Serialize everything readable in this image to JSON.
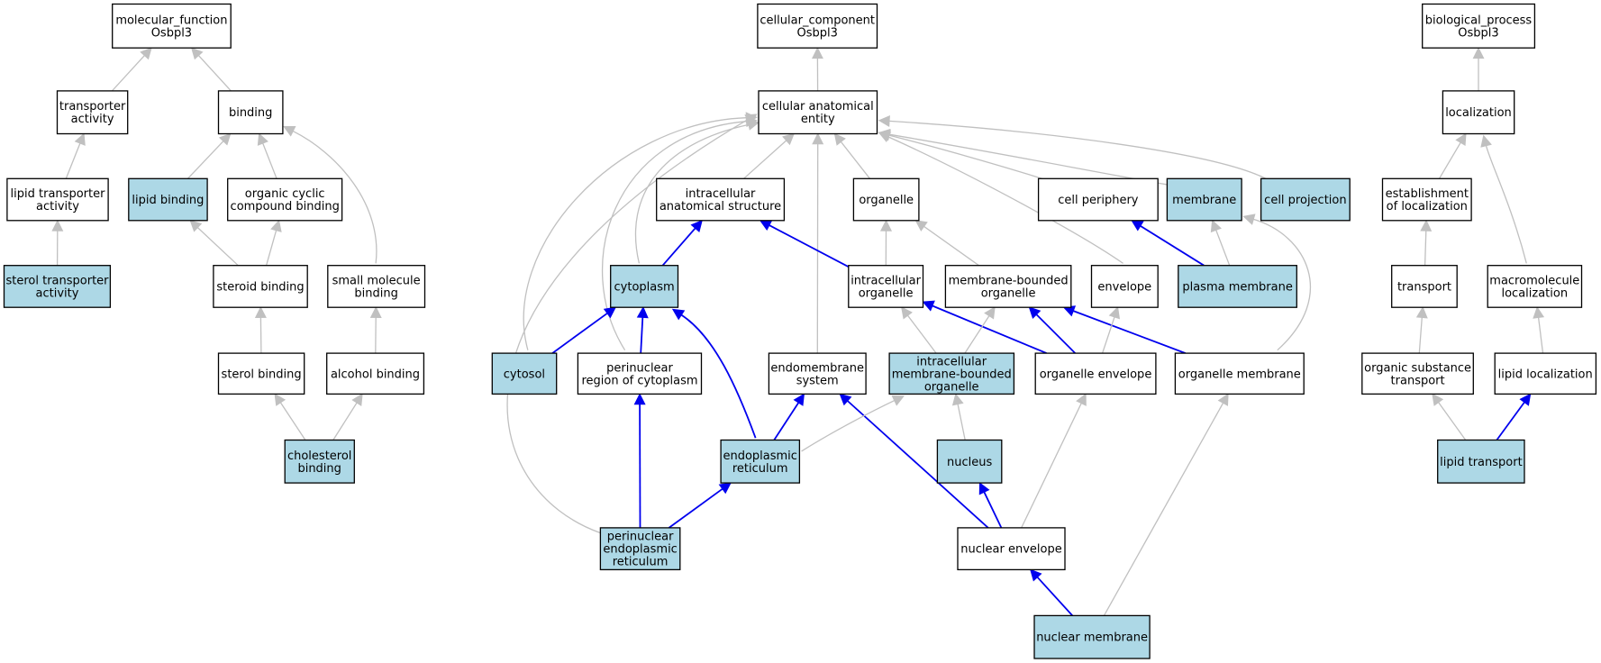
{
  "colors": {
    "highlight_fill": "#add8e6",
    "plain_fill": "#ffffff",
    "gray_edge": "#c0c0c0",
    "blue_edge": "#0000ee"
  },
  "nodes": [
    {
      "id": "mf",
      "lines": [
        "molecular_function",
        "Osbpl3"
      ],
      "highlight": false
    },
    {
      "id": "ta",
      "lines": [
        "transporter",
        "activity"
      ],
      "highlight": false
    },
    {
      "id": "bind",
      "lines": [
        "binding"
      ],
      "highlight": false
    },
    {
      "id": "lta",
      "lines": [
        "lipid transporter",
        "activity"
      ],
      "highlight": false
    },
    {
      "id": "lb",
      "lines": [
        "lipid binding"
      ],
      "highlight": true
    },
    {
      "id": "ocb",
      "lines": [
        "organic cyclic",
        "compound binding"
      ],
      "highlight": false
    },
    {
      "id": "sta",
      "lines": [
        "sterol transporter",
        "activity"
      ],
      "highlight": true
    },
    {
      "id": "stb",
      "lines": [
        "steroid binding"
      ],
      "highlight": false
    },
    {
      "id": "smb",
      "lines": [
        "small molecule",
        "binding"
      ],
      "highlight": false
    },
    {
      "id": "sb",
      "lines": [
        "sterol binding"
      ],
      "highlight": false
    },
    {
      "id": "ab",
      "lines": [
        "alcohol binding"
      ],
      "highlight": false
    },
    {
      "id": "cb",
      "lines": [
        "cholesterol",
        "binding"
      ],
      "highlight": true
    },
    {
      "id": "cc",
      "lines": [
        "cellular_component",
        "Osbpl3"
      ],
      "highlight": false
    },
    {
      "id": "cae",
      "lines": [
        "cellular anatomical",
        "entity"
      ],
      "highlight": false
    },
    {
      "id": "ias",
      "lines": [
        "intracellular",
        "anatomical structure"
      ],
      "highlight": false
    },
    {
      "id": "org",
      "lines": [
        "organelle"
      ],
      "highlight": false
    },
    {
      "id": "cp",
      "lines": [
        "cell periphery"
      ],
      "highlight": false
    },
    {
      "id": "mem",
      "lines": [
        "membrane"
      ],
      "highlight": true
    },
    {
      "id": "cproj",
      "lines": [
        "cell projection"
      ],
      "highlight": true
    },
    {
      "id": "cyto",
      "lines": [
        "cytoplasm"
      ],
      "highlight": true
    },
    {
      "id": "io",
      "lines": [
        "intracellular",
        "organelle"
      ],
      "highlight": false
    },
    {
      "id": "mbo",
      "lines": [
        "membrane-bounded",
        "organelle"
      ],
      "highlight": false
    },
    {
      "id": "env",
      "lines": [
        "envelope"
      ],
      "highlight": false
    },
    {
      "id": "pm",
      "lines": [
        "plasma membrane"
      ],
      "highlight": true
    },
    {
      "id": "cytosol",
      "lines": [
        "cytosol"
      ],
      "highlight": true
    },
    {
      "id": "prc",
      "lines": [
        "perinuclear",
        "region of cytoplasm"
      ],
      "highlight": false
    },
    {
      "id": "ems",
      "lines": [
        "endomembrane",
        "system"
      ],
      "highlight": false
    },
    {
      "id": "imbo",
      "lines": [
        "intracellular",
        "membrane-bounded",
        "organelle"
      ],
      "highlight": true
    },
    {
      "id": "oe",
      "lines": [
        "organelle envelope"
      ],
      "highlight": false
    },
    {
      "id": "om",
      "lines": [
        "organelle membrane"
      ],
      "highlight": false
    },
    {
      "id": "er",
      "lines": [
        "endoplasmic",
        "reticulum"
      ],
      "highlight": true
    },
    {
      "id": "nuc",
      "lines": [
        "nucleus"
      ],
      "highlight": true
    },
    {
      "id": "per",
      "lines": [
        "perinuclear",
        "endoplasmic",
        "reticulum"
      ],
      "highlight": true
    },
    {
      "id": "ne",
      "lines": [
        "nuclear envelope"
      ],
      "highlight": false
    },
    {
      "id": "nm",
      "lines": [
        "nuclear membrane"
      ],
      "highlight": true
    },
    {
      "id": "bp",
      "lines": [
        "biological_process",
        "Osbpl3"
      ],
      "highlight": false
    },
    {
      "id": "loc",
      "lines": [
        "localization"
      ],
      "highlight": false
    },
    {
      "id": "eol",
      "lines": [
        "establishment",
        "of localization"
      ],
      "highlight": false
    },
    {
      "id": "tr",
      "lines": [
        "transport"
      ],
      "highlight": false
    },
    {
      "id": "ml",
      "lines": [
        "macromolecule",
        "localization"
      ],
      "highlight": false
    },
    {
      "id": "ost",
      "lines": [
        "organic substance",
        "transport"
      ],
      "highlight": false
    },
    {
      "id": "ll",
      "lines": [
        "lipid localization"
      ],
      "highlight": false
    },
    {
      "id": "lt",
      "lines": [
        "lipid transport"
      ],
      "highlight": true
    }
  ],
  "edges": [
    {
      "from": "ta",
      "to": "mf",
      "kind": "gray"
    },
    {
      "from": "bind",
      "to": "mf",
      "kind": "gray"
    },
    {
      "from": "lta",
      "to": "ta",
      "kind": "gray"
    },
    {
      "from": "lb",
      "to": "bind",
      "kind": "gray"
    },
    {
      "from": "ocb",
      "to": "bind",
      "kind": "gray"
    },
    {
      "from": "smb",
      "to": "bind",
      "kind": "gray"
    },
    {
      "from": "sta",
      "to": "lta",
      "kind": "gray"
    },
    {
      "from": "stb",
      "to": "lb",
      "kind": "gray"
    },
    {
      "from": "stb",
      "to": "ocb",
      "kind": "gray"
    },
    {
      "from": "sb",
      "to": "stb",
      "kind": "gray"
    },
    {
      "from": "ab",
      "to": "smb",
      "kind": "gray"
    },
    {
      "from": "cb",
      "to": "sb",
      "kind": "gray"
    },
    {
      "from": "cb",
      "to": "ab",
      "kind": "gray"
    },
    {
      "from": "cae",
      "to": "cc",
      "kind": "gray"
    },
    {
      "from": "ias",
      "to": "cae",
      "kind": "gray"
    },
    {
      "from": "org",
      "to": "cae",
      "kind": "gray"
    },
    {
      "from": "cp",
      "to": "cae",
      "kind": "gray"
    },
    {
      "from": "mem",
      "to": "cae",
      "kind": "gray"
    },
    {
      "from": "cproj",
      "to": "cae",
      "kind": "gray"
    },
    {
      "from": "cyto",
      "to": "cae",
      "kind": "gray"
    },
    {
      "from": "cytosol",
      "to": "cae",
      "kind": "gray"
    },
    {
      "from": "prc",
      "to": "cae",
      "kind": "gray"
    },
    {
      "from": "per",
      "to": "cae",
      "kind": "gray"
    },
    {
      "from": "ems",
      "to": "cae",
      "kind": "gray"
    },
    {
      "from": "env",
      "to": "cae",
      "kind": "gray"
    },
    {
      "from": "cyto",
      "to": "ias",
      "kind": "blue"
    },
    {
      "from": "io",
      "to": "ias",
      "kind": "blue"
    },
    {
      "from": "io",
      "to": "org",
      "kind": "gray"
    },
    {
      "from": "mbo",
      "to": "org",
      "kind": "gray"
    },
    {
      "from": "pm",
      "to": "cp",
      "kind": "blue"
    },
    {
      "from": "pm",
      "to": "mem",
      "kind": "gray"
    },
    {
      "from": "om",
      "to": "mem",
      "kind": "gray"
    },
    {
      "from": "cytosol",
      "to": "cyto",
      "kind": "blue"
    },
    {
      "from": "prc",
      "to": "cyto",
      "kind": "blue"
    },
    {
      "from": "er",
      "to": "cyto",
      "kind": "blue"
    },
    {
      "from": "imbo",
      "to": "io",
      "kind": "gray"
    },
    {
      "from": "oe",
      "to": "io",
      "kind": "blue"
    },
    {
      "from": "imbo",
      "to": "mbo",
      "kind": "gray"
    },
    {
      "from": "oe",
      "to": "mbo",
      "kind": "blue"
    },
    {
      "from": "om",
      "to": "mbo",
      "kind": "blue"
    },
    {
      "from": "oe",
      "to": "env",
      "kind": "gray"
    },
    {
      "from": "per",
      "to": "prc",
      "kind": "blue"
    },
    {
      "from": "er",
      "to": "ems",
      "kind": "blue"
    },
    {
      "from": "ne",
      "to": "ems",
      "kind": "blue"
    },
    {
      "from": "er",
      "to": "imbo",
      "kind": "gray"
    },
    {
      "from": "nuc",
      "to": "imbo",
      "kind": "gray"
    },
    {
      "from": "ne",
      "to": "oe",
      "kind": "gray"
    },
    {
      "from": "nm",
      "to": "om",
      "kind": "gray"
    },
    {
      "from": "per",
      "to": "er",
      "kind": "blue"
    },
    {
      "from": "ne",
      "to": "nuc",
      "kind": "blue"
    },
    {
      "from": "nm",
      "to": "ne",
      "kind": "blue"
    },
    {
      "from": "loc",
      "to": "bp",
      "kind": "gray"
    },
    {
      "from": "eol",
      "to": "loc",
      "kind": "gray"
    },
    {
      "from": "ml",
      "to": "loc",
      "kind": "gray"
    },
    {
      "from": "tr",
      "to": "eol",
      "kind": "gray"
    },
    {
      "from": "ost",
      "to": "tr",
      "kind": "gray"
    },
    {
      "from": "ll",
      "to": "ml",
      "kind": "gray"
    },
    {
      "from": "lt",
      "to": "ost",
      "kind": "gray"
    },
    {
      "from": "lt",
      "to": "ll",
      "kind": "blue"
    }
  ]
}
